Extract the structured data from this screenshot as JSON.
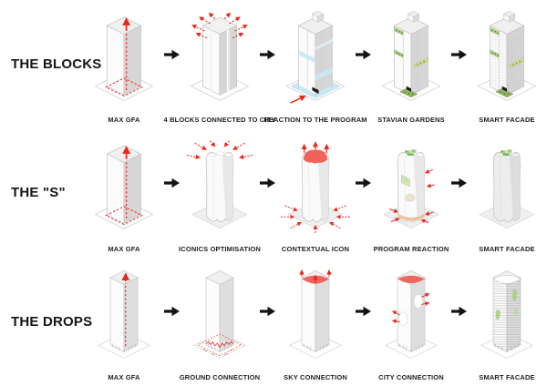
{
  "palette": {
    "accent_red": "#e8281e",
    "soft_red": "#ef6660",
    "light_blue": "#c9e8f5",
    "green": "#8fb35f",
    "light_green": "#a9cf7f",
    "orange": "#f0b88b",
    "arrow_black": "#141414",
    "tower_gray": "#d6d6d6"
  },
  "rows": [
    {
      "title": "THE BLOCKS",
      "steps": [
        {
          "label": "MAX GFA",
          "icon": "tower-max-gfa-icon"
        },
        {
          "label": "4 BLOCKS CONNECTED TO CITY",
          "icon": "tower-4-blocks-icon"
        },
        {
          "label": "REACTION TO THE PROGRAM",
          "icon": "tower-program-reaction-icon"
        },
        {
          "label": "STAVIAN GARDENS",
          "icon": "tower-gardens-icon"
        },
        {
          "label": "SMART FACADE",
          "icon": "tower-smart-facade-grid-icon"
        }
      ]
    },
    {
      "title": "THE \"S\"",
      "steps": [
        {
          "label": "MAX GFA",
          "icon": "tower-max-gfa-icon"
        },
        {
          "label": "ICONICS OPTIMISATION",
          "icon": "tower-iconics-optimisation-icon"
        },
        {
          "label": "CONTEXTUAL ICON",
          "icon": "tower-contextual-icon-icon"
        },
        {
          "label": "PROGRAM REACTION",
          "icon": "tower-program-reaction-curvy-icon"
        },
        {
          "label": "SMART FACADE",
          "icon": "tower-smart-facade-mesh-icon"
        }
      ]
    },
    {
      "title": "THE DROPS",
      "steps": [
        {
          "label": "MAX GFA",
          "icon": "tower-max-gfa-icon"
        },
        {
          "label": "GROUND CONNECTION",
          "icon": "tower-ground-connection-icon"
        },
        {
          "label": "SKY CONNECTION",
          "icon": "tower-sky-connection-icon"
        },
        {
          "label": "CITY CONNECTION",
          "icon": "tower-city-connection-icon"
        },
        {
          "label": "SMART FACADE",
          "icon": "tower-smart-facade-louver-icon"
        }
      ]
    }
  ],
  "arrow_icon": "right-arrow"
}
